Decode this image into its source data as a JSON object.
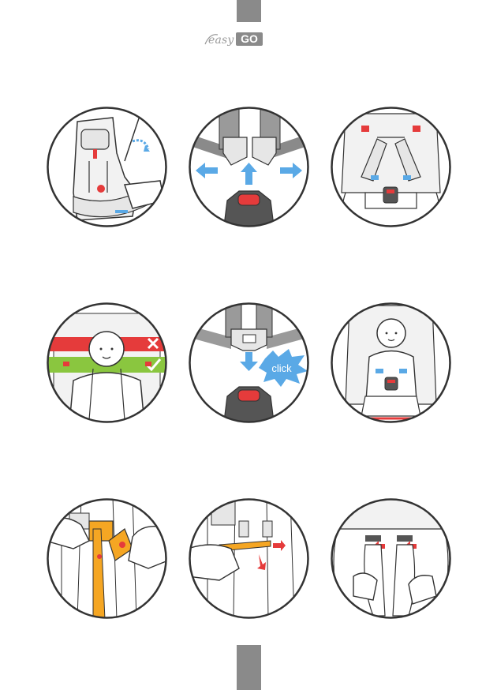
{
  "brand": {
    "logo_prefix": "easy",
    "logo_suffix": "GO"
  },
  "steps": [
    {
      "icon": "seat-recline-adjust-icon"
    },
    {
      "icon": "buckle-release-icon"
    },
    {
      "icon": "harness-on-seat-icon"
    },
    {
      "icon": "shoulder-height-check-icon"
    },
    {
      "icon": "buckle-click-icon",
      "label": "click"
    },
    {
      "icon": "child-secured-icon"
    },
    {
      "icon": "cover-strap-unhook-icon"
    },
    {
      "icon": "cover-strap-pull-icon"
    },
    {
      "icon": "harness-slot-release-icon"
    }
  ],
  "colors": {
    "accent_blue": "#5aa9e6",
    "accent_red": "#e53b3b",
    "accent_green": "#8ac63f",
    "strap_orange": "#f5a623",
    "outline": "#333333",
    "gray_tab": "#8a8a8a"
  }
}
